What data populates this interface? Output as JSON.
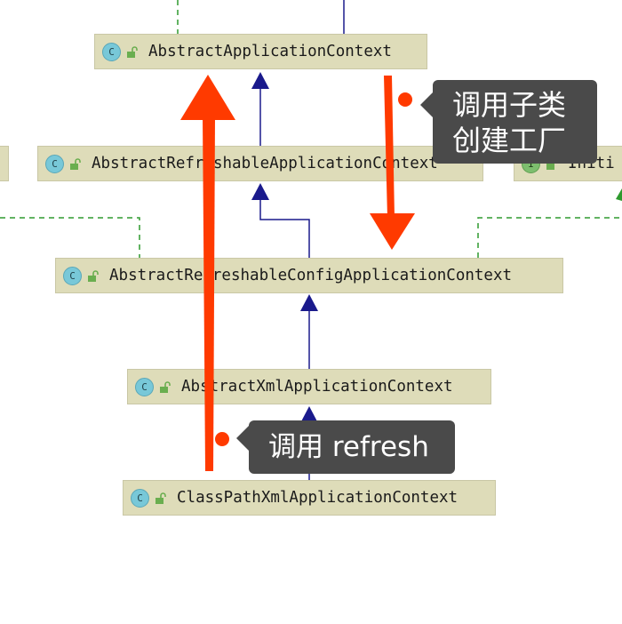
{
  "diagram": {
    "nodes": [
      {
        "id": "aac",
        "kind": "class",
        "icon": "C",
        "label": "AbstractApplicationContext"
      },
      {
        "id": "arac",
        "kind": "class",
        "icon": "C",
        "label": "AbstractRefreshableApplicationContext"
      },
      {
        "id": "initi",
        "kind": "interface",
        "icon": "I",
        "label": "Initi"
      },
      {
        "id": "arcac",
        "kind": "class",
        "icon": "C",
        "label": "AbstractRefreshableConfigApplicationContext"
      },
      {
        "id": "axac",
        "kind": "class",
        "icon": "C",
        "label": "AbstractXmlApplicationContext"
      },
      {
        "id": "cpxac",
        "kind": "class",
        "icon": "C",
        "label": "ClassPathXmlApplicationContext"
      }
    ],
    "edges": [
      {
        "from": "arac",
        "to": "aac",
        "type": "extends"
      },
      {
        "from": "arcac",
        "to": "arac",
        "type": "extends"
      },
      {
        "from": "axac",
        "to": "arcac",
        "type": "extends"
      },
      {
        "from": "cpxac",
        "to": "axac",
        "type": "extends"
      }
    ],
    "colors": {
      "node_bg": "#dedcb9",
      "extends_line": "#1a1a8c",
      "implements_line": "#2e9a2e",
      "annotation": "#ff3a00",
      "callout_bg": "#4a4a4a"
    }
  },
  "annotations": {
    "call_factory": {
      "line1": "调用子类",
      "line2": "创建工厂"
    },
    "call_refresh": {
      "text": "调用 refresh"
    }
  }
}
